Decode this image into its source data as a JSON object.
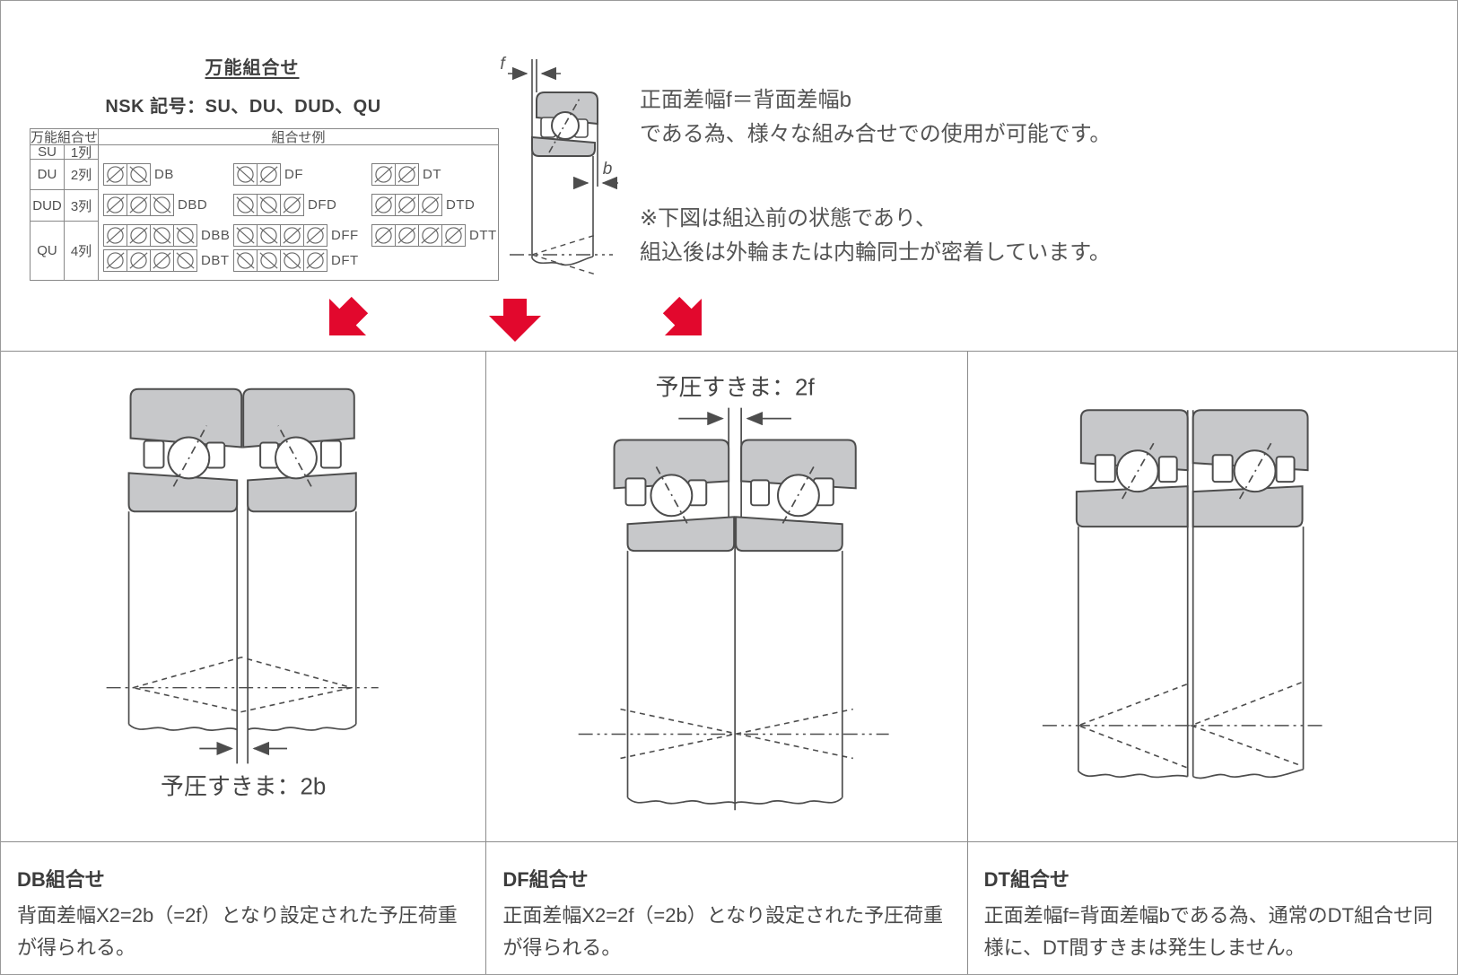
{
  "top": {
    "title": "万能組合せ",
    "nsk_line": "NSK 記号：SU、DU、DUD、QU",
    "right_text": {
      "line1": "正面差幅f＝背面差幅b",
      "line2": "である為、様々な組み合せでの使用が可能です。",
      "line3": "※下図は組込前の状態であり、",
      "line4": "組込後は外輪または内輪同士が密着しています。"
    },
    "single_bearing": {
      "dim_front": "f",
      "dim_back": "b"
    }
  },
  "combination_table": {
    "header_left": "万能組合せ",
    "header_right": "組合せ例",
    "rows": [
      {
        "symbol": "SU",
        "columns": "1列"
      },
      {
        "symbol": "DU",
        "columns": "2列"
      },
      {
        "symbol": "DUD",
        "columns": "3列"
      },
      {
        "symbol": "QU",
        "columns": "4列"
      }
    ],
    "combo_lines": {
      "du": [
        {
          "label": "DB",
          "cells": [
            "/",
            "\\"
          ]
        },
        {
          "label": "DF",
          "cells": [
            "\\",
            "/"
          ]
        },
        {
          "label": "DT",
          "cells": [
            "/",
            "/"
          ]
        }
      ],
      "dud": [
        {
          "label": "DBD",
          "cells": [
            "/",
            "/",
            "\\"
          ]
        },
        {
          "label": "DFD",
          "cells": [
            "\\",
            "\\",
            "/"
          ]
        },
        {
          "label": "DTD",
          "cells": [
            "/",
            "/",
            "/"
          ]
        }
      ],
      "qu1": [
        {
          "label": "DBB",
          "cells": [
            "/",
            "/",
            "\\",
            "\\"
          ]
        },
        {
          "label": "DFF",
          "cells": [
            "\\",
            "\\",
            "/",
            "/"
          ]
        },
        {
          "label": "DTT",
          "cells": [
            "/",
            "/",
            "/",
            "/"
          ]
        }
      ],
      "qu2": [
        {
          "label": "DBT",
          "cells": [
            "/",
            "/",
            "/",
            "\\"
          ]
        },
        {
          "label": "DFT",
          "cells": [
            "\\",
            "\\",
            "\\",
            "/"
          ]
        }
      ]
    }
  },
  "panels": [
    {
      "id": "db",
      "diagram_label": "予圧すきま：2b",
      "title": "DB組合せ",
      "body": "背面差幅X2=2b（=2f）となり設定された予圧荷重が得られる。"
    },
    {
      "id": "df",
      "diagram_label": "予圧すきま：2f",
      "title": "DF組合せ",
      "body": "正面差幅X2=2f（=2b）となり設定された予圧荷重が得られる。"
    },
    {
      "id": "dt",
      "diagram_label": "",
      "title": "DT組合せ",
      "body": "正面差幅f=背面差幅bである為、通常のDT組合せ同様に、DT間すきまは発生しません。"
    }
  ],
  "colors": {
    "arrow_red": "#e2082d",
    "bearing_fill": "#c7c8ca",
    "line": "#4d4d4d"
  }
}
